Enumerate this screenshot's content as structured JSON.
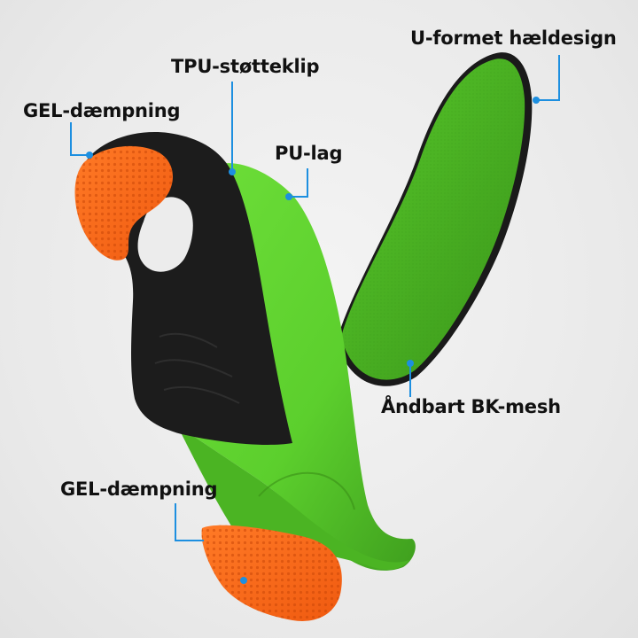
{
  "labels": {
    "gel_top": "GEL-dæmpning",
    "tpu": "TPU-støtteklip",
    "pu": "PU-lag",
    "heel": "U-formet hældesign",
    "mesh": "Åndbart BK-mesh",
    "gel_bottom": "GEL-dæmpning"
  },
  "colors": {
    "insole_green": "#5fd32f",
    "insole_green_dark": "#3fa51c",
    "shell_black": "#1c1c1c",
    "gel_orange": "#ff6a1a",
    "leader_blue": "#1d8fe0",
    "background": "#ececec"
  }
}
